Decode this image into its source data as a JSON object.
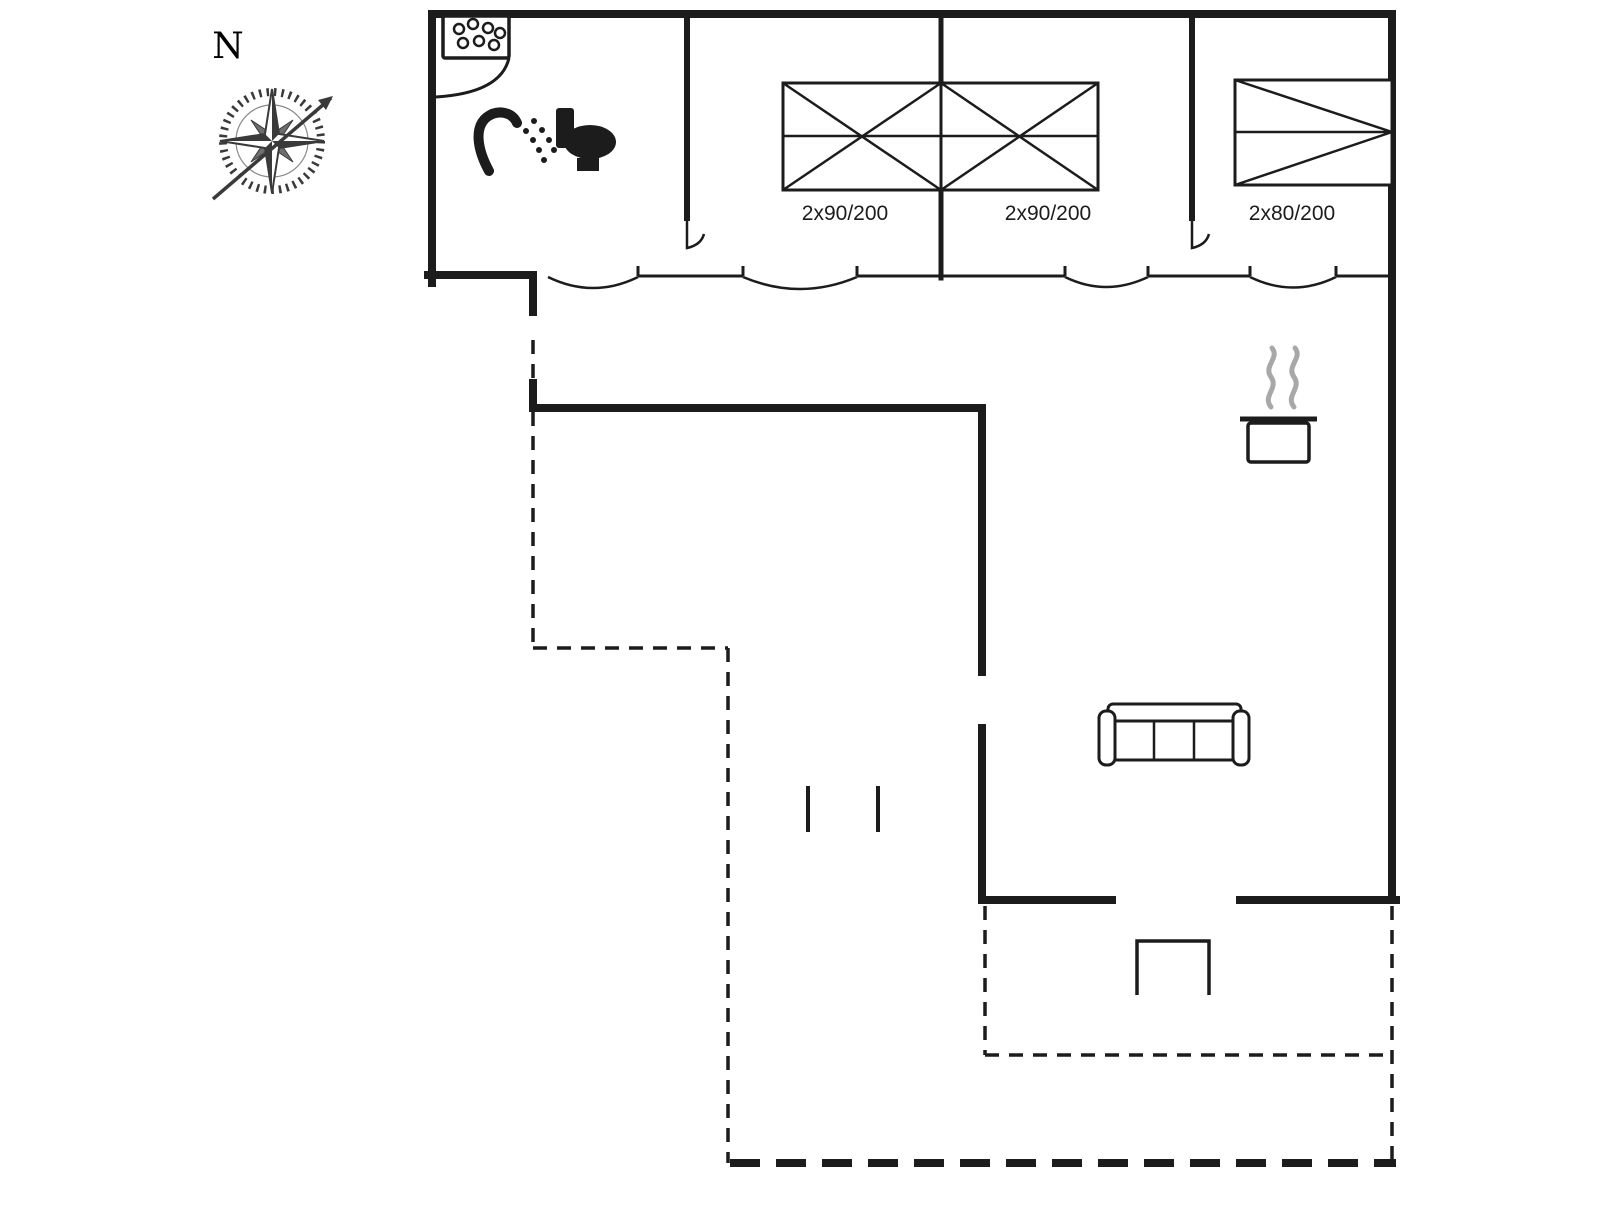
{
  "colors": {
    "background": "#ffffff",
    "line": "#1c1c1c",
    "steam": "#a8a8a8",
    "compass": "#3a3a3a"
  },
  "compass": {
    "label": "N",
    "icon": "compass-rose"
  },
  "beds": [
    {
      "label": "2x90/200"
    },
    {
      "label": "2x90/200"
    },
    {
      "label": "2x80/200"
    }
  ],
  "icons": {
    "bathroom": [
      "sink",
      "shower",
      "toilet"
    ],
    "kitchen": [
      "cooking-pot",
      "steam"
    ],
    "living_room": [
      "sofa"
    ],
    "entrance": [
      "steps"
    ],
    "orientation": [
      "compass-rose"
    ]
  }
}
